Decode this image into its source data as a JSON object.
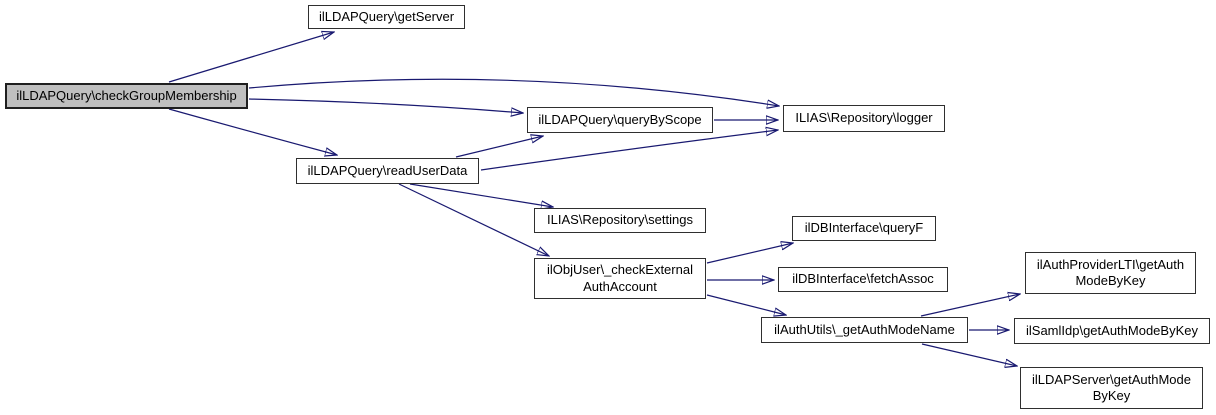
{
  "diagram": {
    "type": "call-graph",
    "background_color": "#ffffff",
    "edge_color": "#191970",
    "node_fill_color": "#ffffff",
    "node_border_color": "#2f2f2f",
    "highlight_fill_color": "#bfbfbf",
    "nodes": [
      {
        "id": "checkGroupMembership",
        "label": "ilLDAPQuery\\checkGroupMembership",
        "highlighted": true
      },
      {
        "id": "getServer",
        "label": "ilLDAPQuery\\getServer",
        "highlighted": false
      },
      {
        "id": "queryByScope",
        "label": "ilLDAPQuery\\queryByScope",
        "highlighted": false
      },
      {
        "id": "logger",
        "label": "ILIAS\\Repository\\logger",
        "highlighted": false
      },
      {
        "id": "readUserData",
        "label": "ilLDAPQuery\\readUserData",
        "highlighted": false
      },
      {
        "id": "settings",
        "label": "ILIAS\\Repository\\settings",
        "highlighted": false
      },
      {
        "id": "checkExternalAuthAccount",
        "label": "ilObjUser\\_checkExternal\nAuthAccount",
        "highlighted": false
      },
      {
        "id": "queryF",
        "label": "ilDBInterface\\queryF",
        "highlighted": false
      },
      {
        "id": "fetchAssoc",
        "label": "ilDBInterface\\fetchAssoc",
        "highlighted": false
      },
      {
        "id": "getAuthModeName",
        "label": "ilAuthUtils\\_getAuthModeName",
        "highlighted": false
      },
      {
        "id": "ltiGetAuthModeByKey",
        "label": "ilAuthProviderLTI\\getAuth\nModeByKey",
        "highlighted": false
      },
      {
        "id": "samlGetAuthModeByKey",
        "label": "ilSamlIdp\\getAuthModeByKey",
        "highlighted": false
      },
      {
        "id": "ldapGetAuthModeByKey",
        "label": "ilLDAPServer\\getAuthMode\nByKey",
        "highlighted": false
      }
    ],
    "edges": [
      {
        "from": "checkGroupMembership",
        "to": "getServer"
      },
      {
        "from": "checkGroupMembership",
        "to": "logger"
      },
      {
        "from": "checkGroupMembership",
        "to": "queryByScope"
      },
      {
        "from": "checkGroupMembership",
        "to": "readUserData"
      },
      {
        "from": "queryByScope",
        "to": "logger"
      },
      {
        "from": "readUserData",
        "to": "queryByScope"
      },
      {
        "from": "readUserData",
        "to": "logger"
      },
      {
        "from": "readUserData",
        "to": "settings"
      },
      {
        "from": "readUserData",
        "to": "checkExternalAuthAccount"
      },
      {
        "from": "checkExternalAuthAccount",
        "to": "queryF"
      },
      {
        "from": "checkExternalAuthAccount",
        "to": "fetchAssoc"
      },
      {
        "from": "checkExternalAuthAccount",
        "to": "getAuthModeName"
      },
      {
        "from": "getAuthModeName",
        "to": "ltiGetAuthModeByKey"
      },
      {
        "from": "getAuthModeName",
        "to": "samlGetAuthModeByKey"
      },
      {
        "from": "getAuthModeName",
        "to": "ldapGetAuthModeByKey"
      }
    ]
  }
}
